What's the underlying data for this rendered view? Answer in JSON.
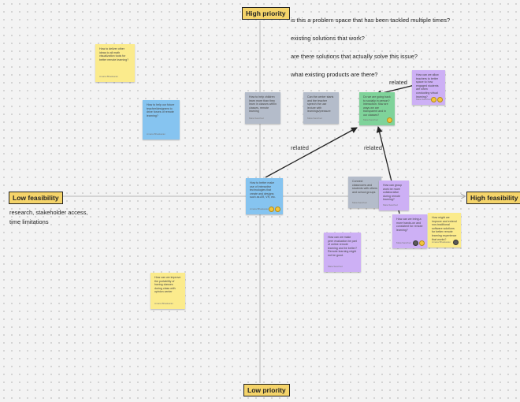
{
  "axes": {
    "top": "High priority",
    "bottom": "Low priority",
    "left": "Low feasibility",
    "right": "High feasibility"
  },
  "top_questions": [
    "is this a problem space that has been tackled multiple times?",
    "existing solutions that work?",
    "are there solutions that actually solve this issue?",
    "what existing products are there?"
  ],
  "left_note": "research, stakeholder access,\ntime limitations",
  "relations": [
    "related",
    "related",
    "related"
  ],
  "colors": {
    "yellow": "#fbeb8c",
    "blue": "#86c4f0",
    "grey": "#b4bcca",
    "green": "#7fd39a",
    "purple": "#cdb0f5"
  },
  "stickies": [
    {
      "color": "yellow",
      "text": "How to deliver other ideas to all math visualization tools for better remote learning?",
      "author": "Amara Bhaskaran"
    },
    {
      "color": "blue",
      "text": "How to help our future teacher/designers to drive forces of remote learning?",
      "author": "Amara Bhaskaran"
    },
    {
      "color": "grey",
      "text": "How to help children learn more than they learn in classes within classes, remote learning",
      "author": "Maia Sanchez"
    },
    {
      "color": "grey",
      "text": "Can the center starts and the teacher speech the use lecture with learnings/pressure",
      "author": "Maia Sanchez"
    },
    {
      "color": "green",
      "text": "Do we are going back to socially in person? Interaction: how are ways we are transparent and in our classes?",
      "author": "Maia Sanchez"
    },
    {
      "color": "purple",
      "text": "How can we allow teachers to better space to how engaged students are when conducting virtual learning?",
      "author": "Maia Sanchez"
    },
    {
      "color": "blue",
      "text": "How to better make use of interactive technologies that create and designs such as AR, VR, etc.",
      "author": "Amara Bhaskaran"
    },
    {
      "color": "grey",
      "text": "Connect classrooms and students with others and school groups",
      "author": "Maia Sanchez"
    },
    {
      "color": "purple",
      "text": "How can group work be more collaborative during remote learning?",
      "author": "Maia Sanchez"
    },
    {
      "color": "purple",
      "text": "How can we bring a more hands-on and consistent for remote learning?",
      "author": "Maia Sanchez"
    },
    {
      "color": "yellow",
      "text": "How might we improve and extend non-traditional software solutions for better remote learning experience that works?",
      "author": "Amara Bhaskaran"
    },
    {
      "color": "purple",
      "text": "How can we make peer evaluation be part of online remote learning and be better? Remote learning might not be good.",
      "author": "Maia Sanchez"
    },
    {
      "color": "yellow",
      "text": "How can we improve the portability of having classes during class with opinion center",
      "author": "Amara Bhaskaran"
    }
  ]
}
